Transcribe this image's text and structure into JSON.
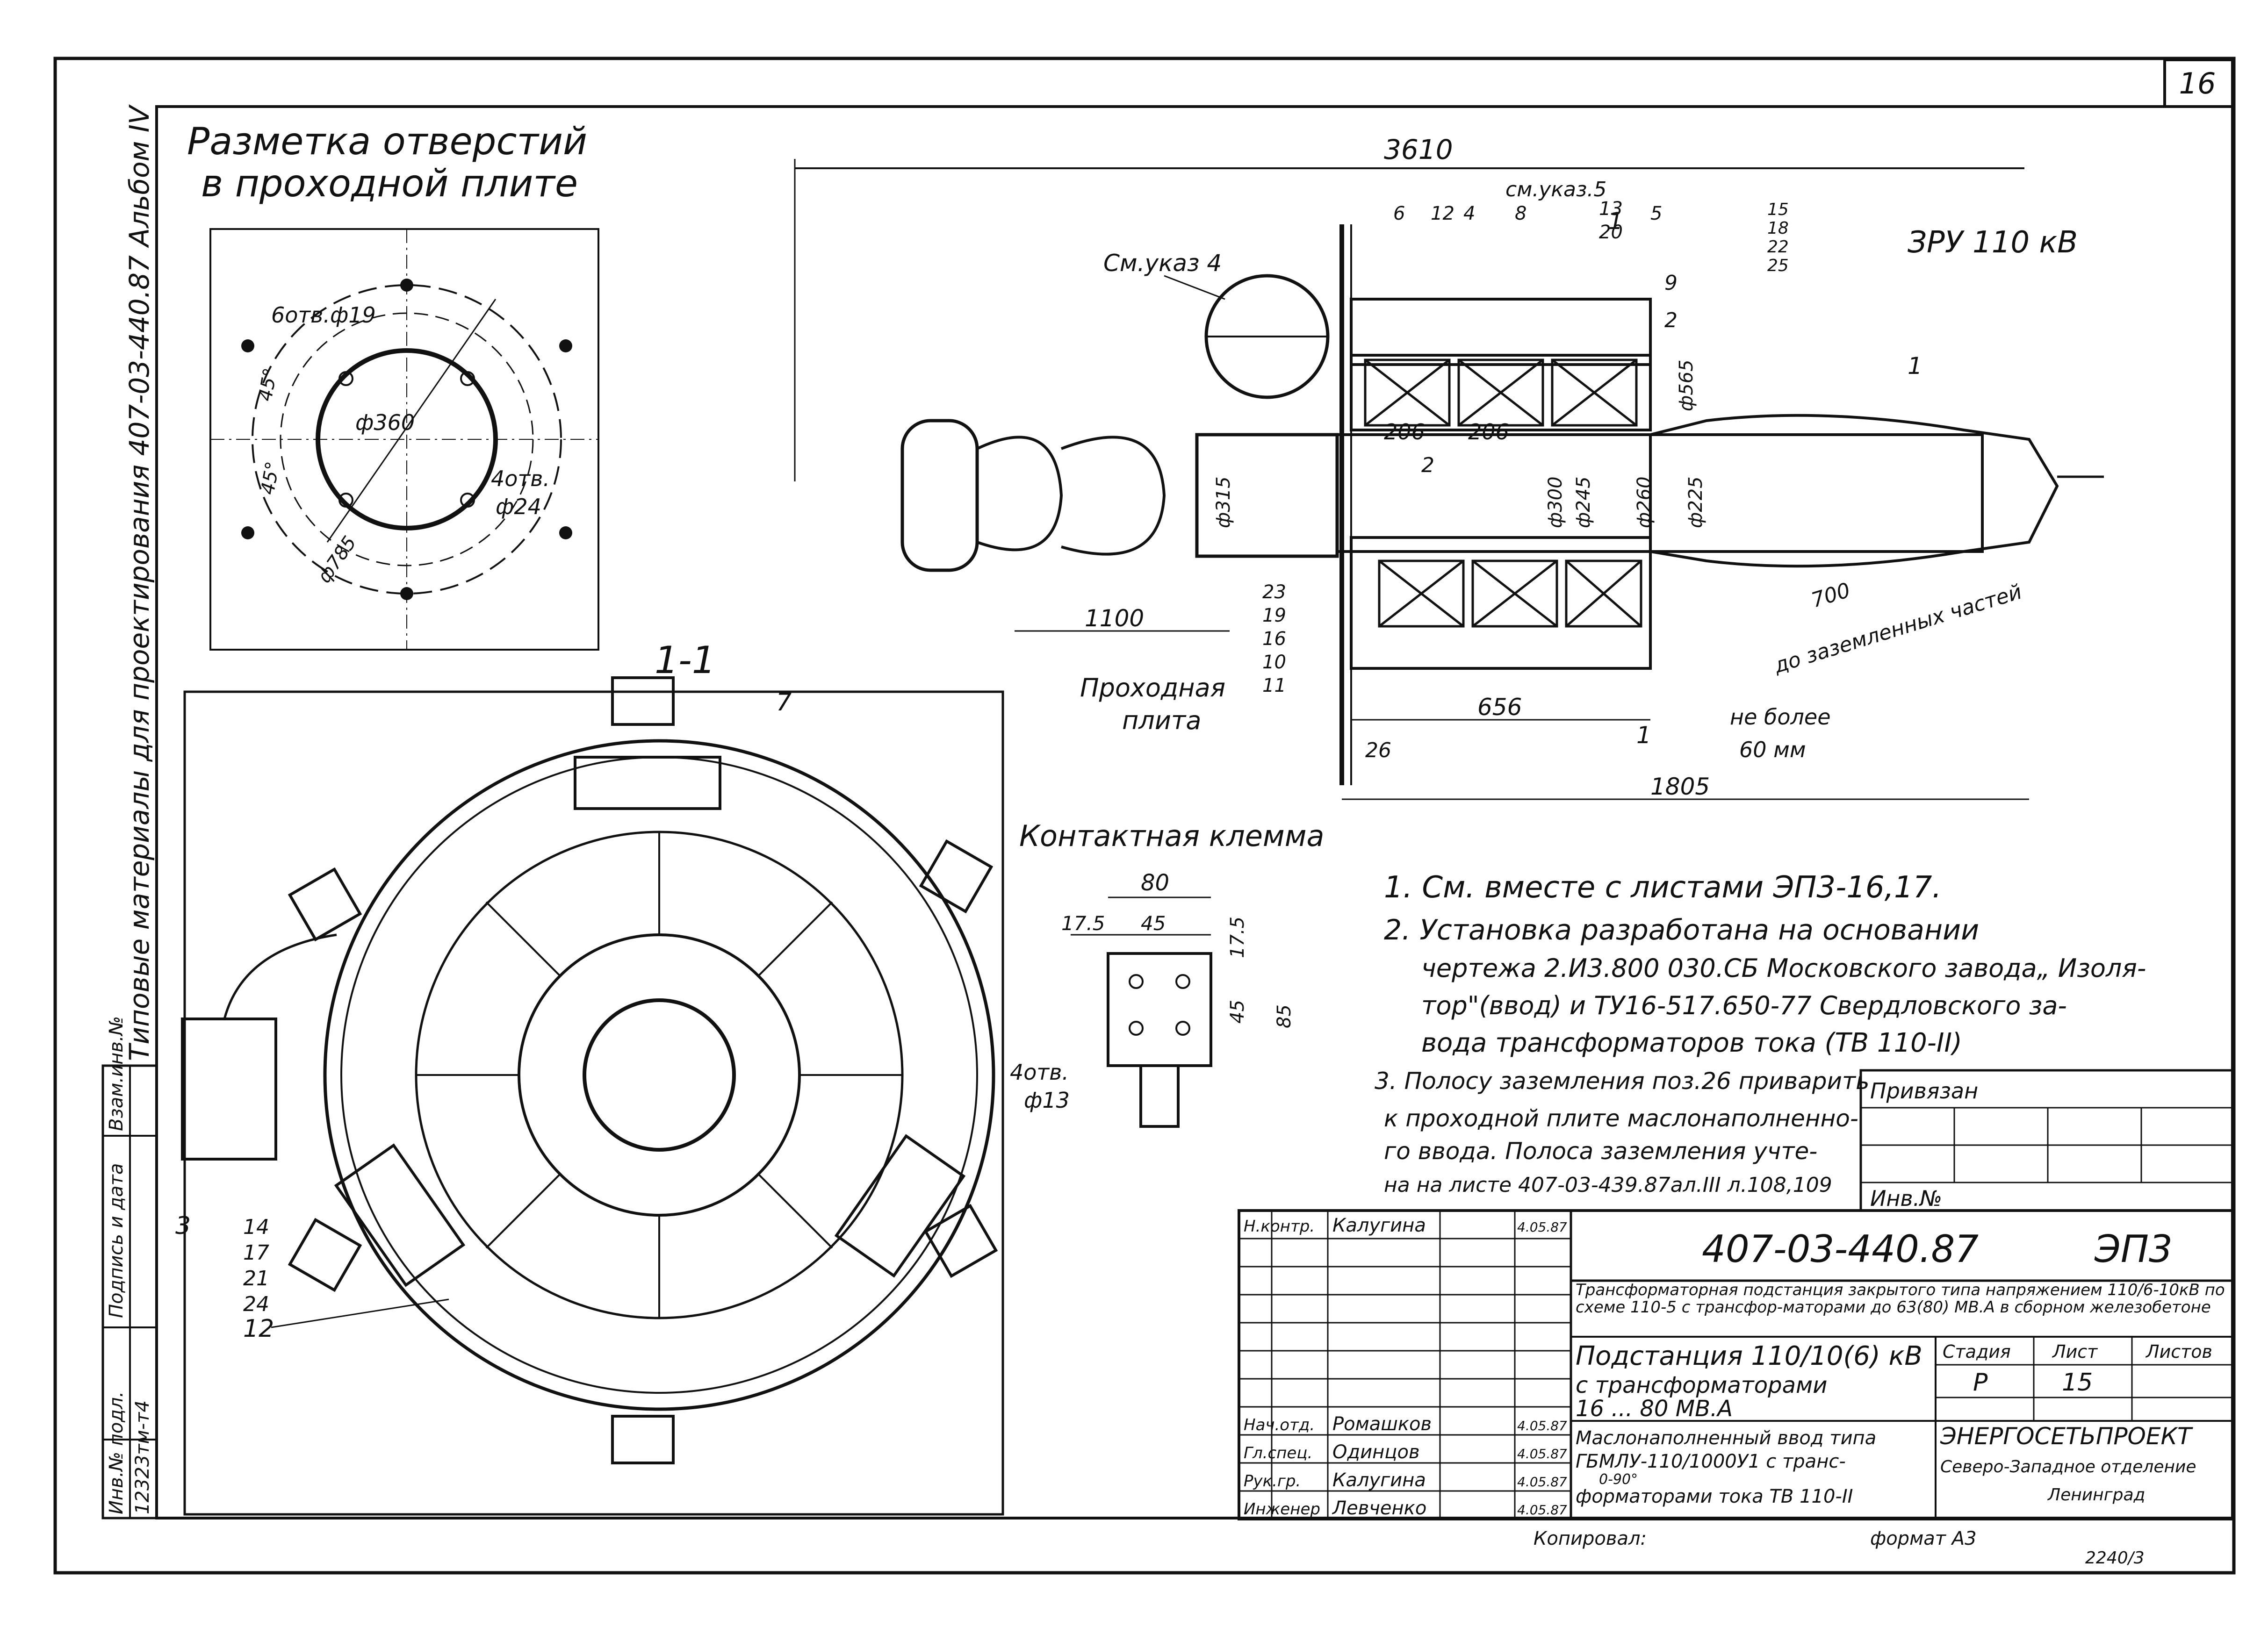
{
  "sheet": {
    "page_number": "16",
    "album_side_text": "Типовые материалы для проектирования   407-03-440.87   Альбом IV",
    "format": "формат А3",
    "bottom_code": "2240/3"
  },
  "hole_layout": {
    "title_line1": "Разметка отверстий",
    "title_line2": "в проходной плите",
    "holes_6": "6отв.ф19",
    "holes_4": "4отв.",
    "d24": "ф24",
    "d360": "ф360",
    "d785": "ф785",
    "angle1": "45°",
    "angle2": "45°"
  },
  "section_view": {
    "title": "1-1",
    "callouts": [
      "7",
      "3",
      "14",
      "17",
      "21",
      "24",
      "12"
    ]
  },
  "elevation": {
    "dim_total": "3610",
    "dim_1100": "1100",
    "dim_206a": "206",
    "dim_206b": "206",
    "dim_656": "656",
    "dim_26": "26",
    "dim_1805": "1805",
    "dim_700": "700",
    "to_grounded": "до заземленных частей",
    "not_more_1": "не более",
    "not_more_2": "60 мм",
    "ref_sh4": "См.указ 4",
    "ref_sh5": "см.указ.5",
    "zru": "ЗРУ 110 кВ",
    "plate_1": "Проходная",
    "plate_2": "плита",
    "d315": "ф315",
    "d300": "ф300",
    "d245": "ф245",
    "d260": "ф260",
    "d225": "ф225",
    "d565": "ф565",
    "section_mark_top": "1",
    "section_mark_bottom": "1",
    "callouts_top": [
      "6",
      "12",
      "4",
      "8",
      "13",
      "20",
      "5",
      "15",
      "18",
      "22",
      "25"
    ],
    "callouts_right": [
      "9",
      "2",
      "1"
    ],
    "callout_2b": "2",
    "callouts_left": [
      "23",
      "19",
      "16",
      "10",
      "11"
    ]
  },
  "clamp": {
    "title": "Контактная клемма",
    "dim_80": "80",
    "dim_17_5a": "17.5",
    "dim_45a": "45",
    "dim_17_5b": "17.5",
    "dim_45b": "45",
    "dim_85": "85",
    "holes": "4отв.",
    "d13": "ф13"
  },
  "notes": [
    "1. См. вместе с листами ЭП3-16,17.",
    "2. Установка разработана на основании",
    "чертежа 2.И3.800 030.СБ Московского завода„ Изоля-",
    "тор\"(ввод) и ТУ16-517.650-77 Свердловского за-",
    "вода трансформаторов тока (ТВ 110-II)",
    "3. Полосу заземления поз.26 приварить",
    "к проходной плите маслонаполненно-",
    "го ввода. Полоса заземления учте-",
    "на на листе 407-03-439.87ал.III л.108,109"
  ],
  "stamp": {
    "privyazan": "Привязан",
    "inv_no": "Инв.№",
    "doc_code": "407-03-440.87",
    "mark": "ЭП3",
    "description": "Трансформаторная подстанция закрытого типа напряжением 110/6-10кВ по схеме 110-5 с трансфор-маторами до 63(80) МВ.А в сборном железобетоне",
    "sheet_title_1": "Подстанция 110/10(6) кВ",
    "sheet_title_2": "с трансформаторами",
    "sheet_title_3": "16 ... 80 МВ.А",
    "drawing_title_1": "Маслонаполненный ввод типа",
    "drawing_title_2": "ГБМЛУ-110/1000У1 с транс-",
    "drawing_title_3": "форматорами тока ТВ 110-II",
    "drawing_title_note": "0-90°",
    "col_stage": "Стадия",
    "col_sheet": "Лист",
    "col_sheets": "Листов",
    "stage": "Р",
    "sheet": "15",
    "sheets": "",
    "org_1": "ЭНЕРГОСЕТЬПРОЕКТ",
    "org_2": "Северо-Западное отделение",
    "org_3": "Ленинград",
    "roles": [
      {
        "role": "Н.контр.",
        "name": "Калугина",
        "date": "4.05.87"
      },
      {
        "role": "Нач.отд.",
        "name": "Ромашков",
        "date": "4.05.87"
      },
      {
        "role": "Гл.спец.",
        "name": "Одинцов",
        "date": "4.05.87"
      },
      {
        "role": "Рук.гр.",
        "name": "Калугина",
        "date": "4.05.87"
      },
      {
        "role": "Инженер",
        "name": "Левченко",
        "date": "4.05.87"
      }
    ],
    "checked": "Копировал:"
  },
  "side_stamp": {
    "inv_orig": "Инв.№ подл.",
    "signature_date": "Подпись и дата",
    "vzam_inv": "Взам.инв.№",
    "inv_value": "12323тм-т4"
  }
}
